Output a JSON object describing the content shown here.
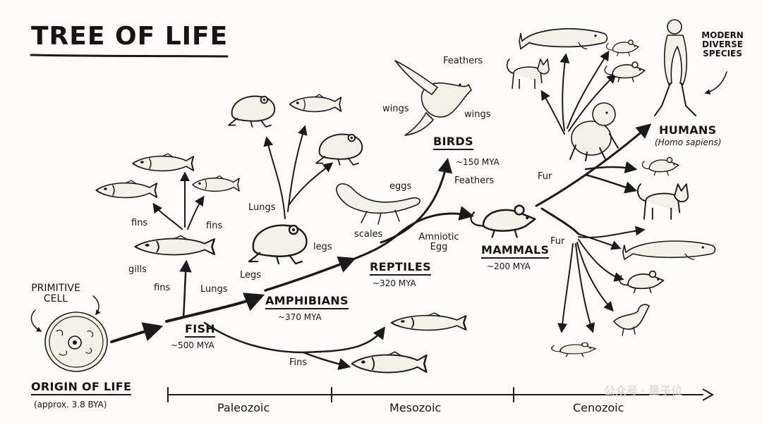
{
  "title": "TREE OF LIFE",
  "origin": {
    "primitive_cell": "PRIMITIVE CELL",
    "label": "ORIGIN OF LIFE",
    "date": "(approx. 3.8 BYA)"
  },
  "fish": {
    "label": "FISH",
    "date": "~500 MYA",
    "annotations": {
      "fins_left": "fins",
      "fins_right": "fins",
      "gills": "gills",
      "fins_low": "fins",
      "lungs": "Lungs",
      "fins_branch": "Fins"
    }
  },
  "amphibians": {
    "label": "AMPHIBIANS",
    "date": "~370 MYA",
    "annotations": {
      "lungs": "Lungs",
      "legs_upper": "legs",
      "legs_lower": "Legs"
    }
  },
  "reptiles": {
    "label": "REPTILES",
    "date": "~320 MYA",
    "annotations": {
      "eggs": "eggs",
      "scales": "scales",
      "amniotic_egg": "Amniotic Egg"
    }
  },
  "birds": {
    "label": "BIRDS",
    "date": "~150 MYA",
    "annotations": {
      "feathers_top": "Feathers",
      "wings_left": "wings",
      "wings_right": "wings",
      "feathers_branch": "Feathers"
    }
  },
  "mammals": {
    "label": "MAMMALS",
    "date": "~200 MYA",
    "annotations": {
      "fur_upper": "Fur",
      "fur_lower": "Fur"
    }
  },
  "humans": {
    "label": "HUMANS",
    "sublabel": "(Homo sapiens)",
    "modern": "MODERN DIVERSE SPECIES"
  },
  "timeline": {
    "eras": [
      "Paleozoic",
      "Mesozoic",
      "Cenozoic"
    ]
  },
  "watermark": "公众号 · 量子位",
  "colors": {
    "ink": "#1a1a1a",
    "paper": "#fdfcf8",
    "fill": "#f3f1ea"
  }
}
